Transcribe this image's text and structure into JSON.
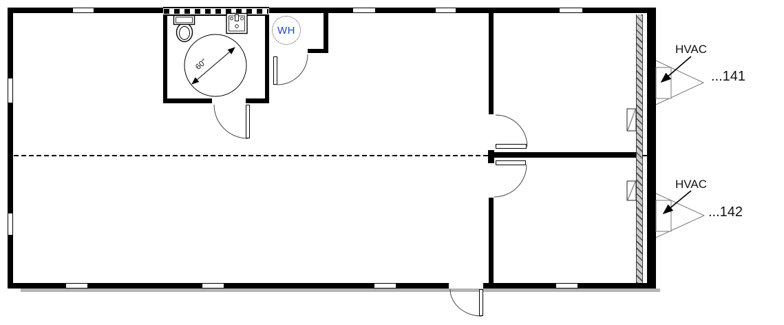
{
  "plan": {
    "kind": "architectural floor plan",
    "colors": {
      "wall": "#000000",
      "hatch_wall_fill": "#cccccc",
      "water_heater_text": "#2244cc",
      "background": "#ffffff"
    },
    "bathroom": {
      "turning_radius_label": "60\"",
      "fixtures": [
        "toilet-icon",
        "sink-icon",
        "turning-radius-circle"
      ]
    },
    "water_heater": {
      "label": "WH"
    },
    "callouts": [
      {
        "label": "HVAC",
        "ref": "...141"
      },
      {
        "label": "HVAC",
        "ref": "...142"
      }
    ]
  }
}
